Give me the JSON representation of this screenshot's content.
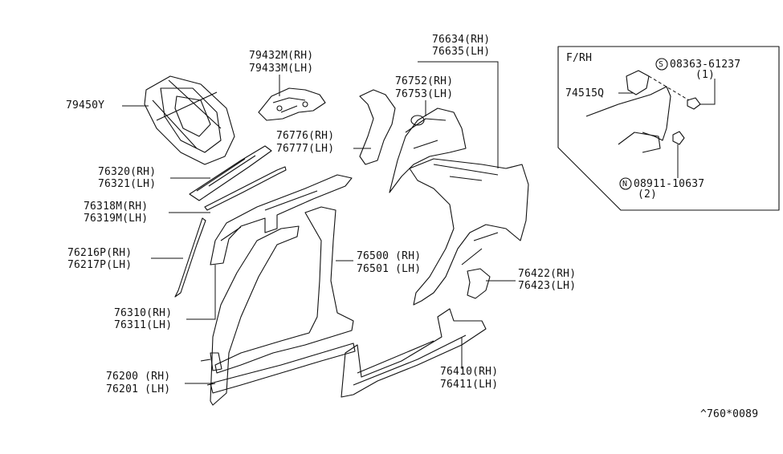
{
  "labels": {
    "p79450": "79450Y",
    "p79432": "79432M(RH)",
    "p79433": "79433M(LH)",
    "p76634": "76634(RH)",
    "p76635": "76635(LH)",
    "p76752": "76752(RH)",
    "p76753": "76753(LH)",
    "p76776": "76776(RH)",
    "p76777": "76777(LH)",
    "p76320": "76320(RH)",
    "p76321": "76321(LH)",
    "p76318": "76318M(RH)",
    "p76319": "76319M(LH)",
    "p76216": "76216P(RH)",
    "p76217": "76217P(LH)",
    "p76500": "76500 (RH)",
    "p76501": "76501 (LH)",
    "p76422": "76422(RH)",
    "p76423": "76423(LH)",
    "p76310": "76310(RH)",
    "p76311": "76311(LH)",
    "p76200": "76200 (RH)",
    "p76201": "76201 (LH)",
    "p76410": "76410(RH)",
    "p76411": "76411(LH)"
  },
  "inset": {
    "title": "F/RH",
    "part_74515": "74515Q",
    "bolt_part": "08363-61237",
    "bolt_qty": "(1)",
    "bolt_symbol": "S",
    "nut_part": "08911-10637",
    "nut_qty": "(2)",
    "nut_symbol": "N"
  },
  "footer": {
    "code": "^760*0089"
  }
}
